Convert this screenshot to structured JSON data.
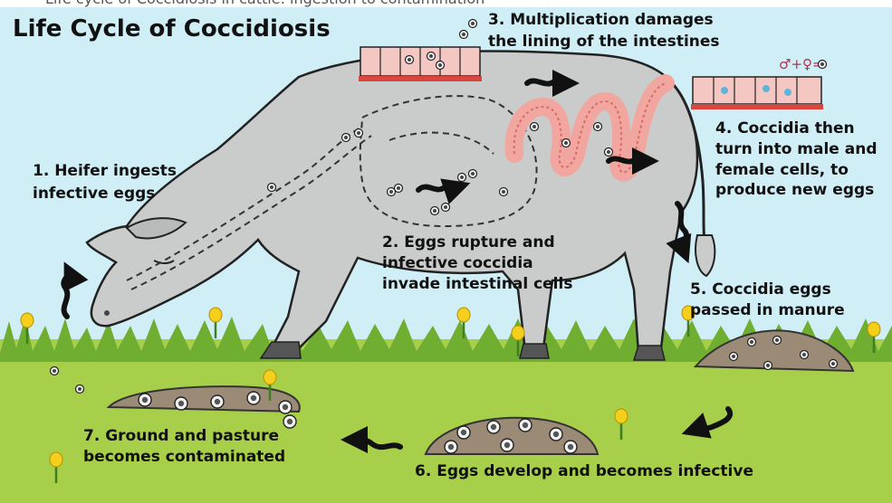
{
  "header_crop": "Life cycle of Coccidiosis in cattle: ingestion to contamination",
  "title": "Life Cycle of Coccidiosis",
  "steps": {
    "s1": [
      "1. Heifer ingests",
      "infective eggs"
    ],
    "s2": [
      "2. Eggs rupture and",
      "infective coccidia",
      "invade intestinal cells"
    ],
    "s3": [
      "3. Multiplication damages",
      "the lining of the intestines"
    ],
    "s4": [
      "4. Coccidia then",
      "turn into male and",
      "female cells, to",
      "produce new eggs"
    ],
    "s5": [
      "5. Coccidia eggs",
      "passed in manure"
    ],
    "s6": [
      "6. Eggs develop and becomes infective"
    ],
    "s7": [
      "7. Ground and pasture",
      "becomes contaminated"
    ]
  },
  "gender_symbols": "♂+♀=",
  "colors": {
    "sky": "#cfeef6",
    "grass": "#a8cf4a",
    "grass_dark": "#5e9e2a",
    "cow": "#c9cccb",
    "intestine": "#f2a6a0",
    "manure": "#9a8a76",
    "flower": "#f4cf1c"
  },
  "icons": [
    "curved-arrow-icon",
    "coccidia-egg-icon",
    "flower-icon"
  ]
}
